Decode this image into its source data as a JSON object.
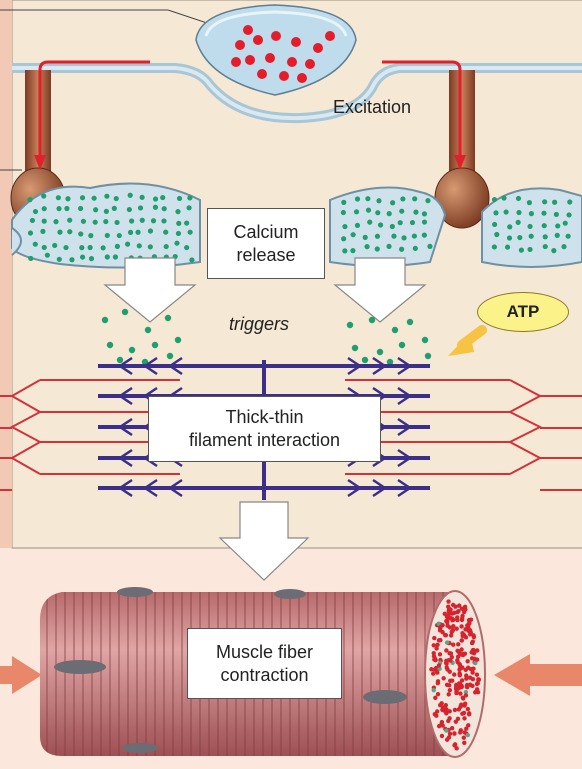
{
  "labels": {
    "excitation": "Excitation",
    "calcium_release_line1": "Calcium",
    "calcium_release_line2": "release",
    "triggers": "triggers",
    "atp": "ATP",
    "filament_line1": "Thick-thin",
    "filament_line2": "filament interaction",
    "contraction_line1": "Muscle fiber",
    "contraction_line2": "contraction"
  },
  "colors": {
    "background": "#fbe7dc",
    "panel": "#f5e8d4",
    "membrane": "#a8c6d6",
    "membrane_fill": "#cfe2ec",
    "t_tubule": "#b5633f",
    "action_potential": "#e0202a",
    "calcium": "#1f9e6e",
    "vesicle_dots": "#e51d2a",
    "thin_filament": "#d3323a",
    "thick_filament": "#3b2f8a",
    "atp_fill": "#fbf38a",
    "fiber": "#c9797a",
    "arrow_fill": "#ffffff"
  }
}
